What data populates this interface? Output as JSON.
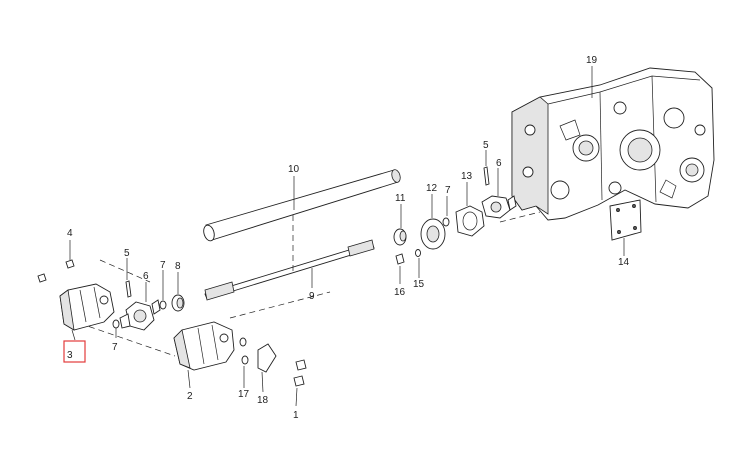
{
  "diagram": {
    "highlight_color": "#e23b3b",
    "callouts": [
      {
        "key": "1",
        "text": "1"
      },
      {
        "key": "2",
        "text": "2"
      },
      {
        "key": "3",
        "text": "3",
        "highlighted": true
      },
      {
        "key": "4",
        "text": "4"
      },
      {
        "key": "5a",
        "text": "5"
      },
      {
        "key": "5b",
        "text": "5"
      },
      {
        "key": "6a",
        "text": "6"
      },
      {
        "key": "6b",
        "text": "6"
      },
      {
        "key": "7a",
        "text": "7"
      },
      {
        "key": "7b",
        "text": "7"
      },
      {
        "key": "7c",
        "text": "7"
      },
      {
        "key": "8",
        "text": "8"
      },
      {
        "key": "9",
        "text": "9"
      },
      {
        "key": "10",
        "text": "10"
      },
      {
        "key": "11",
        "text": "11"
      },
      {
        "key": "12",
        "text": "12"
      },
      {
        "key": "13",
        "text": "13"
      },
      {
        "key": "14",
        "text": "14"
      },
      {
        "key": "15",
        "text": "15"
      },
      {
        "key": "16",
        "text": "16"
      },
      {
        "key": "17",
        "text": "17"
      },
      {
        "key": "18",
        "text": "18"
      },
      {
        "key": "19",
        "text": "19"
      }
    ]
  }
}
